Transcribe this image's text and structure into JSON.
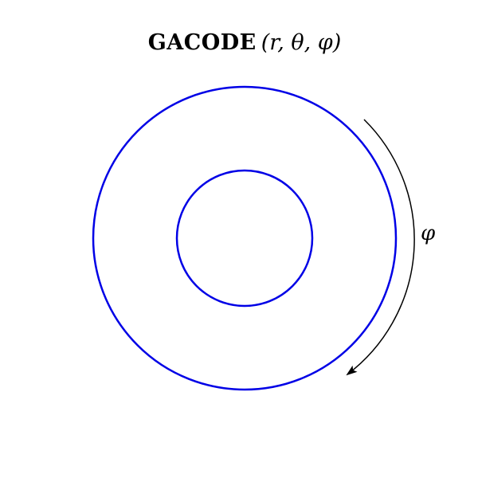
{
  "title": {
    "bold_text": "GACODE",
    "math_text": "(r, θ, φ)"
  },
  "diagram": {
    "circle_color": "#0000e6",
    "arrow_color": "#000000",
    "arrow_direction": "clockwise",
    "arrow_label": "φ"
  }
}
